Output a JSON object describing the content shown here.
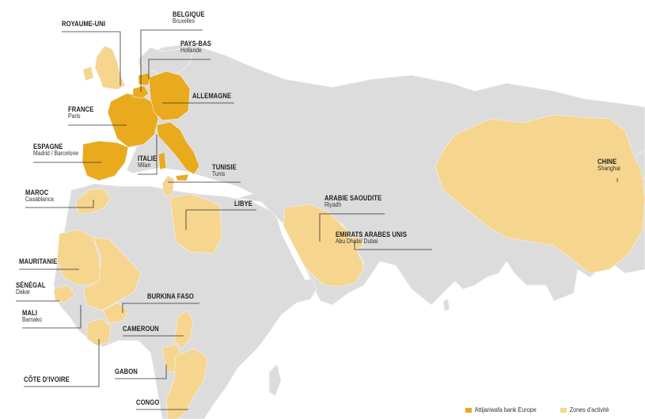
{
  "colors": {
    "background": "#ffffff",
    "land": "#dcdcdc",
    "border": "#f4f4f4",
    "europe": "#e9aa1e",
    "activity": "#f6d58e",
    "leader": "#333333"
  },
  "countries": {
    "royaume_uni": {
      "name": "ROYAUME-UNI"
    },
    "belgique": {
      "name": "BELGIQUE",
      "city": "Bruxelles"
    },
    "pays_bas": {
      "name": "PAYS-BAS",
      "city": "Hollande"
    },
    "allemagne": {
      "name": "ALLEMAGNE"
    },
    "france": {
      "name": "FRANCE",
      "city": "Paris"
    },
    "espagne": {
      "name": "ESPAGNE",
      "city": "Madrid / Barcelone"
    },
    "italie": {
      "name": "ITALIE",
      "city": "Milan"
    },
    "tunisie": {
      "name": "TUNISIE",
      "city": "Tunis"
    },
    "maroc": {
      "name": "MAROC",
      "city": "Casablanca"
    },
    "libye": {
      "name": "LIBYE"
    },
    "arabie_saoudite": {
      "name": "ARABIE SAOUDITE",
      "city": "Riyadh"
    },
    "emirats": {
      "name": "EMIRATS ARABES UNIS",
      "city": "Abu Dhabi/ Dubai"
    },
    "chine": {
      "name": "CHINE",
      "city": "Shanghai"
    },
    "mauritanie": {
      "name": "MAURITANIE"
    },
    "senegal": {
      "name": "SÉNÉGAL",
      "city": "Dakar"
    },
    "mali": {
      "name": "MALI",
      "city": "Bamako"
    },
    "burkina": {
      "name": "BURKINA FASO"
    },
    "cameroun": {
      "name": "CAMEROUN"
    },
    "gabon": {
      "name": "GABON"
    },
    "cote_ivoire": {
      "name": "CÔTE D'IVOIRE"
    },
    "congo": {
      "name": "CONGO"
    }
  },
  "legend": {
    "europe_label": "Attijariwafa bank Europe",
    "activity_label": "Zones d'activité"
  }
}
